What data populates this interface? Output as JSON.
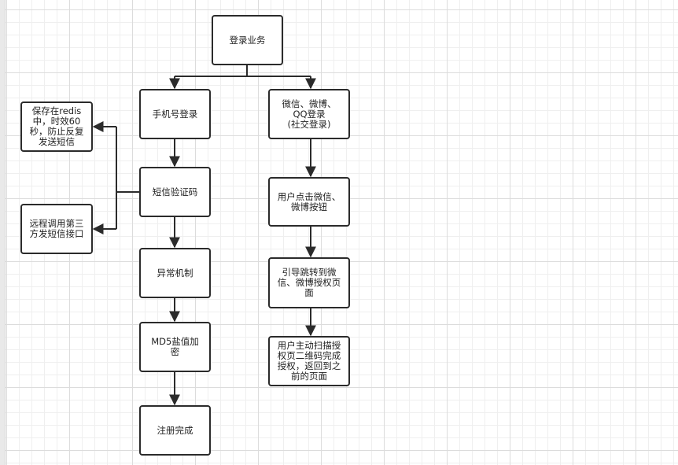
{
  "diagram": {
    "nodes": {
      "login": "登录业务",
      "phone_login": "手机号登录",
      "sms_code": "短信验证码",
      "exception": "异常机制",
      "md5": "MD5盐值加\n密",
      "register_done": "注册完成",
      "redis_note": "保存在redis\n中，时效60\n秒，防止反复\n发送短信",
      "remote_sms": "远程调用第三\n方发短信接口",
      "social_login": "微信、微博、\nQQ登录\n(社交登录)",
      "user_click": "用户点击微信、\n微博按钮",
      "redirect_auth": "引导跳转到微\n信、微博授权页\n面",
      "scan_auth": "用户主动扫描授\n权页二维码完成\n授权，返回到之\n前的页面"
    }
  }
}
